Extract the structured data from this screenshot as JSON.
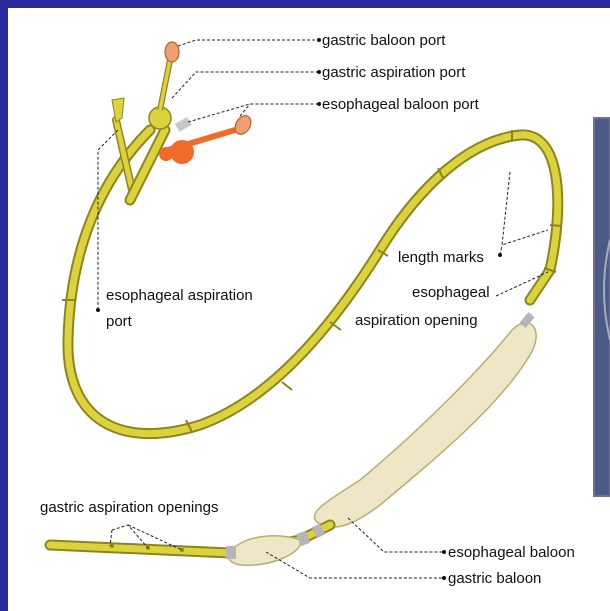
{
  "labels": {
    "gastric_baloon_port": "gastric baloon port",
    "gastric_aspiration_port": "gastric aspiration port",
    "esophageal_baloon_port": "esophageal baloon port",
    "length_marks": "length marks",
    "esophageal_aspiration_opening_line1": "esophageal",
    "esophageal_aspiration_opening_line2": "aspiration opening",
    "esophageal_aspiration_port_line1": "esophageal aspiration",
    "esophageal_aspiration_port_line2": "port",
    "gastric_aspiration_openings": "gastric aspiration openings",
    "esophageal_baloon": "esophageal baloon",
    "gastric_baloon": "gastric baloon"
  },
  "colors": {
    "frame": "#2a2aa0",
    "tube": "#dcd33c",
    "tube_outline": "#8d8420",
    "balloon": "#eee6c4",
    "balloon_outline": "#b8ad78",
    "esophageal_port": "#f06a2a",
    "gastric_port_cap": "#f0a070",
    "inset_panel": "#4e5a86"
  }
}
